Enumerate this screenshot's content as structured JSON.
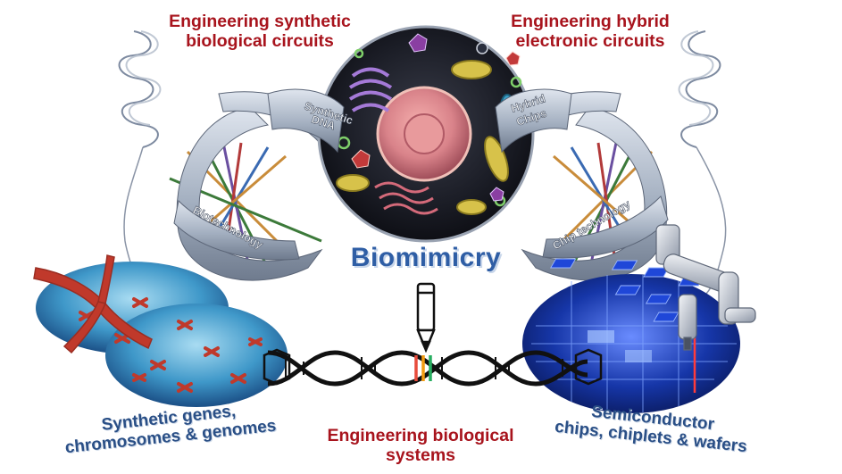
{
  "labels": {
    "top_left": [
      "Engineering synthetic",
      "biological circuits"
    ],
    "top_right": [
      "Engineering hybrid",
      "electronic circuits"
    ],
    "center": "Biomimicry",
    "bottom_left": [
      "Synthetic genes,",
      "chromosomes & genomes"
    ],
    "bottom_center": [
      "Engineering biological",
      "systems"
    ],
    "bottom_right": [
      "Semiconductor",
      "chips, chiplets & wafers"
    ]
  },
  "ribbons": {
    "synthetic_dna": [
      "Synthetic",
      "DNA"
    ],
    "hybrid_chips": [
      "Hybrid",
      "Chips"
    ],
    "biotechnology": "Biotechnology",
    "chip_technology": "Chip technology"
  },
  "colors": {
    "label_red": "#a8141d",
    "label_blue": "#2a4f86",
    "cell_dark": "#1b1d26",
    "nucleus": "#d9838a",
    "wafer": "#1636a8",
    "chromosome": "#c0392b"
  }
}
